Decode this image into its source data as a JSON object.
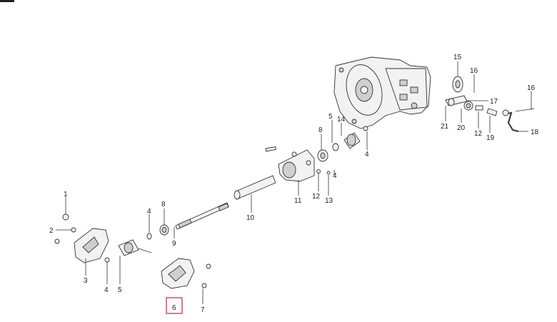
{
  "diagram": {
    "callouts": [
      {
        "id": "c1",
        "label": "1"
      },
      {
        "id": "c2",
        "label": "2"
      },
      {
        "id": "c3",
        "label": "3"
      },
      {
        "id": "c4a",
        "label": "4"
      },
      {
        "id": "c5a",
        "label": "5"
      },
      {
        "id": "c4b",
        "label": "4"
      },
      {
        "id": "c8a",
        "label": "8"
      },
      {
        "id": "c9",
        "label": "9"
      },
      {
        "id": "c10",
        "label": "10"
      },
      {
        "id": "c11",
        "label": "11"
      },
      {
        "id": "c12a",
        "label": "12"
      },
      {
        "id": "c13",
        "label": "13"
      },
      {
        "id": "c4c",
        "label": "4"
      },
      {
        "id": "c8b",
        "label": "8"
      },
      {
        "id": "c5b",
        "label": "5"
      },
      {
        "id": "c14",
        "label": "14"
      },
      {
        "id": "c4d",
        "label": "4"
      },
      {
        "id": "c6",
        "label": "6"
      },
      {
        "id": "c7",
        "label": "7"
      },
      {
        "id": "c15",
        "label": "15"
      },
      {
        "id": "c16a",
        "label": "16"
      },
      {
        "id": "c17",
        "label": "17"
      },
      {
        "id": "c21",
        "label": "21"
      },
      {
        "id": "c20",
        "label": "20"
      },
      {
        "id": "c12b",
        "label": "12"
      },
      {
        "id": "c19",
        "label": "19"
      },
      {
        "id": "c16b",
        "label": "16"
      },
      {
        "id": "c18",
        "label": "18"
      }
    ],
    "highlighted_label": "6",
    "highlight_color": "#e0303a"
  }
}
